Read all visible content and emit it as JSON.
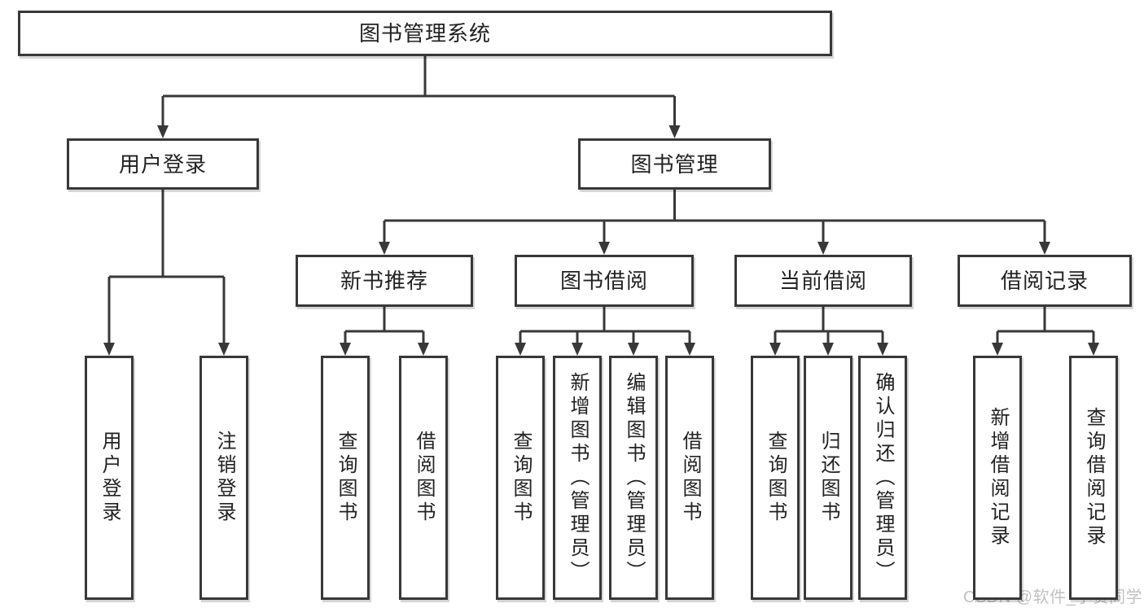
{
  "colors": {
    "line": "#383838",
    "text": "#222222",
    "background": "#ffffff",
    "watermark": "#c2c2c2"
  },
  "watermark": "CSDN @软件_小贺同学",
  "tree": {
    "id": "system",
    "label": "图书管理系统",
    "children": [
      {
        "id": "user-login",
        "label": "用户登录",
        "children": [
          {
            "id": "user-login-leaf",
            "label": "用户登录"
          },
          {
            "id": "logout",
            "label": "注销登录"
          }
        ]
      },
      {
        "id": "book-management",
        "label": "图书管理",
        "children": [
          {
            "id": "new-book-recommend",
            "label": "新书推荐",
            "children": [
              {
                "id": "nb-query-book",
                "label": "查询图书"
              },
              {
                "id": "nb-borrow-book",
                "label": "借阅图书"
              }
            ]
          },
          {
            "id": "book-borrow",
            "label": "图书借阅",
            "children": [
              {
                "id": "bb-query-book",
                "label": "查询图书"
              },
              {
                "id": "bb-add-book",
                "label": "新增图书（管理员）"
              },
              {
                "id": "bb-edit-book",
                "label": "编辑图书（管理员）"
              },
              {
                "id": "bb-borrow-book",
                "label": "借阅图书"
              }
            ]
          },
          {
            "id": "current-borrow",
            "label": "当前借阅",
            "children": [
              {
                "id": "cb-query-book",
                "label": "查询图书"
              },
              {
                "id": "cb-return-book",
                "label": "归还图书"
              },
              {
                "id": "cb-confirm-return",
                "label": "确认归还（管理员）"
              }
            ]
          },
          {
            "id": "borrow-records",
            "label": "借阅记录",
            "children": [
              {
                "id": "br-add-record",
                "label": "新增借阅记录"
              },
              {
                "id": "br-query-record",
                "label": "查询借阅记录"
              }
            ]
          }
        ]
      }
    ]
  }
}
